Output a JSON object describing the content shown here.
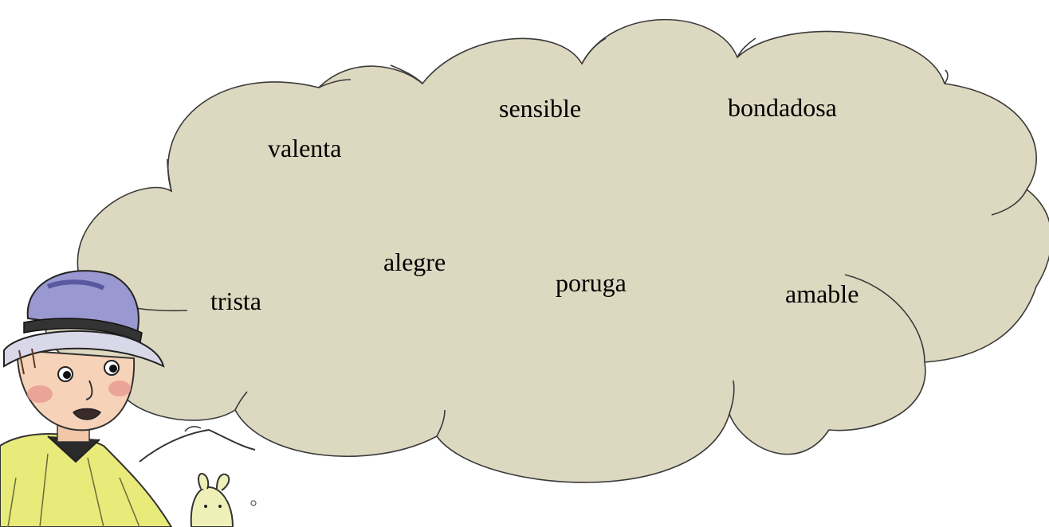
{
  "colors": {
    "cloud_fill": "#ddd8c0",
    "cloud_stroke": "#3a3a3a",
    "text": "#000000"
  },
  "words": {
    "sensible": "sensible",
    "bondadosa": "bondadosa",
    "valenta": "valenta",
    "alegre": "alegre",
    "poruga": "poruga",
    "trista": "trista",
    "amable": "amable"
  },
  "illustration": {
    "character": "boy-with-bucket-hat-icon",
    "companion": "small-rabbit-icon"
  }
}
